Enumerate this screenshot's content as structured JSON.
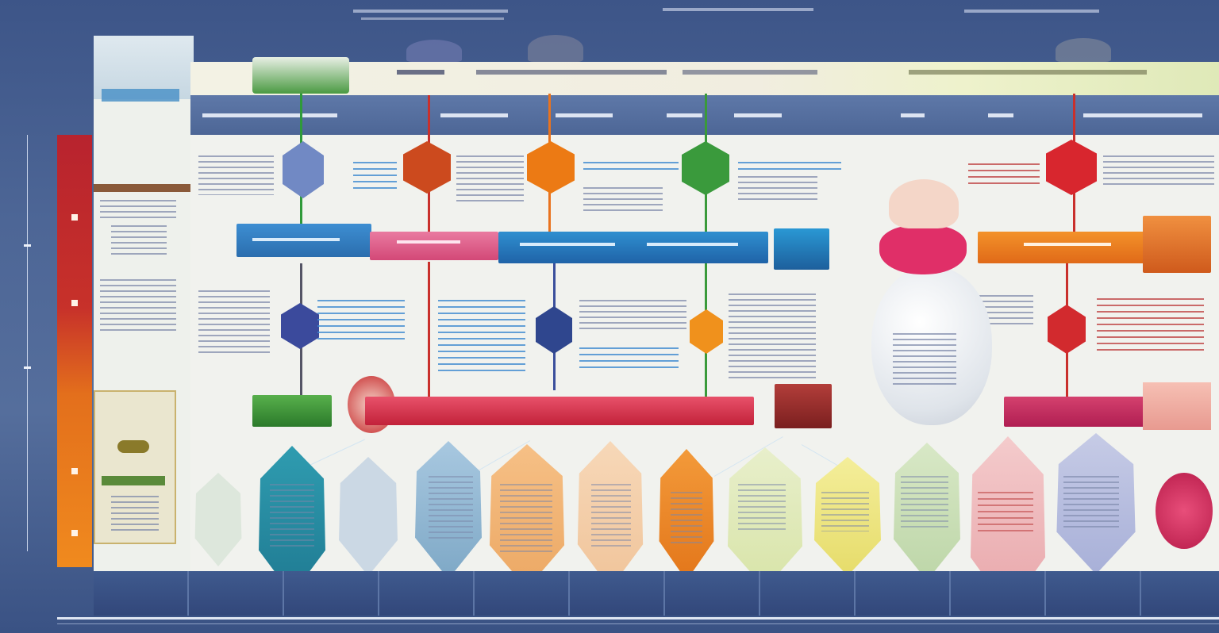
{
  "colors": {
    "navy_bg": "#4a6394",
    "panel": "#f1f2ee",
    "blue": "#2f7fc2",
    "red": "#c9302c",
    "orange": "#ee7a1f",
    "green": "#3c9a3c",
    "indigo": "#3b4f9c",
    "pink": "#d6436e",
    "magenta": "#c8306a",
    "teal": "#2f8aa8"
  },
  "icons": [
    "timeline-node",
    "connector-line",
    "milestone-shield",
    "progress-bar"
  ]
}
